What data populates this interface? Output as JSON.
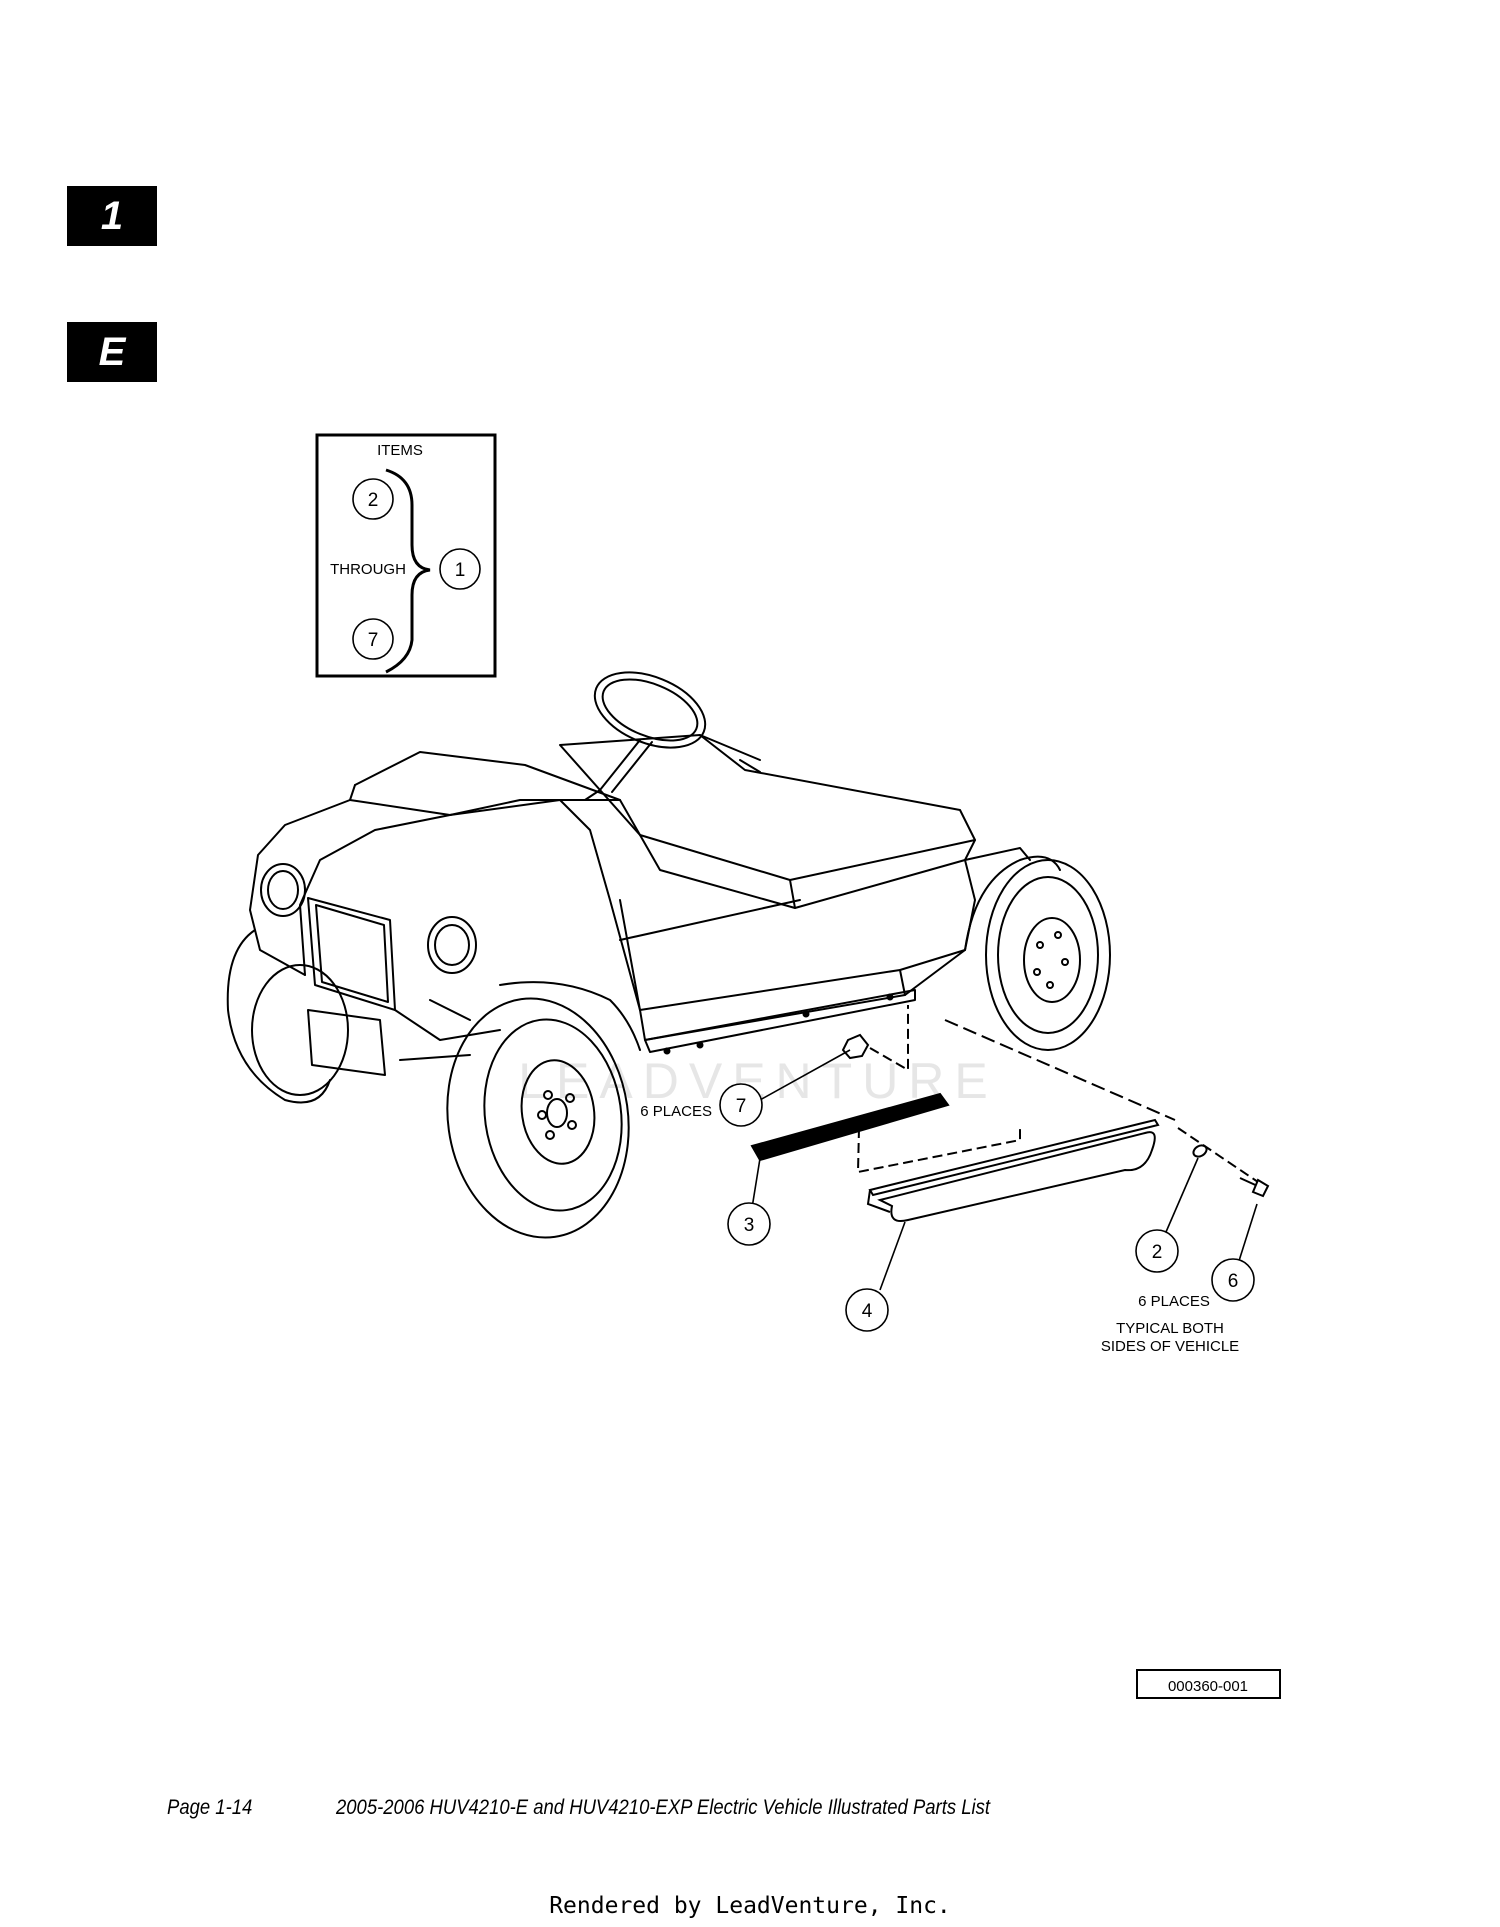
{
  "section_tabs": [
    "1",
    "E"
  ],
  "inset": {
    "title": "ITEMS",
    "through": "THROUGH",
    "items": [
      "2",
      "7",
      "1"
    ]
  },
  "callouts": [
    "7",
    "3",
    "4",
    "2",
    "6"
  ],
  "notes": {
    "six_places_left": "6 PLACES",
    "six_places_right": "6 PLACES",
    "typical_line1": "TYPICAL BOTH",
    "typical_line2": "SIDES OF VEHICLE"
  },
  "figure_id": "000360-001",
  "watermark": "LEADVENTURE",
  "footer": {
    "page": "Page 1-14",
    "title": "2005-2006 HUV4210-E and HUV4210-EXP Electric Vehicle Illustrated Parts List"
  },
  "rendered_by": "Rendered by LeadVenture, Inc."
}
